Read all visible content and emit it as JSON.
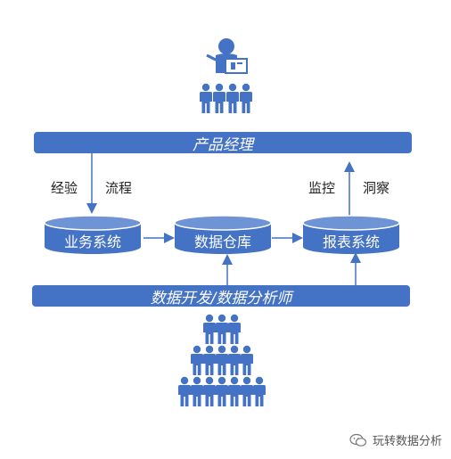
{
  "top_bar": {
    "label": "产品经理"
  },
  "bottom_bar": {
    "label": "数据开发/数据分析师"
  },
  "flow_labels": {
    "experience": "经验",
    "process": "流程",
    "monitor": "监控",
    "insight": "洞察"
  },
  "systems": [
    {
      "label": "业务系统"
    },
    {
      "label": "数据仓库"
    },
    {
      "label": "报表系统"
    }
  ],
  "watermark": {
    "text": "玩转数据分析"
  },
  "colors": {
    "primary": "#4472c4",
    "cylinder_top": "#6f94d6"
  },
  "icons": {
    "manager": "presenter-at-board-icon",
    "team": "people-group-icon",
    "developers": "people-pyramid-icon",
    "watermark": "wechat-icon"
  }
}
